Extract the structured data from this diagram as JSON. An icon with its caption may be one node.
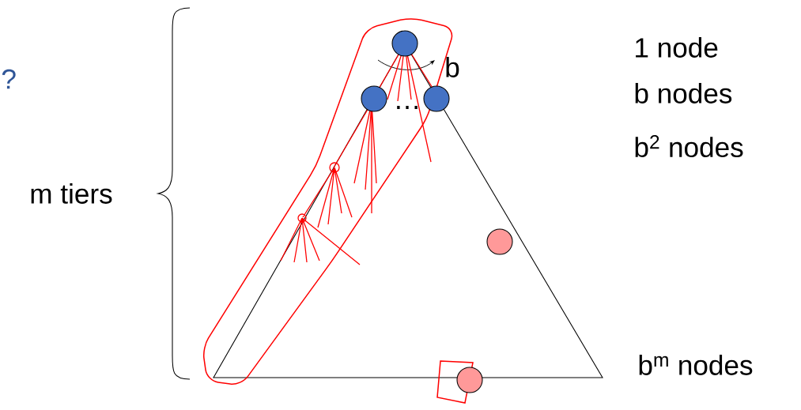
{
  "diagram": {
    "nodes": [
      {
        "text": [],
        "shape": "circle"
      },
      {
        "text": [],
        "shape": "circle"
      },
      {
        "text": [],
        "shape": "circle"
      },
      {
        "text": [],
        "shape": "circle"
      },
      {
        "text": [],
        "shape": "circle"
      }
    ],
    "labels": [
      "?",
      "m tiers",
      "b",
      "…",
      "1 node",
      "b nodes",
      "b$^{2}$ nodes",
      "b$^{m}$ nodes"
    ]
  }
}
